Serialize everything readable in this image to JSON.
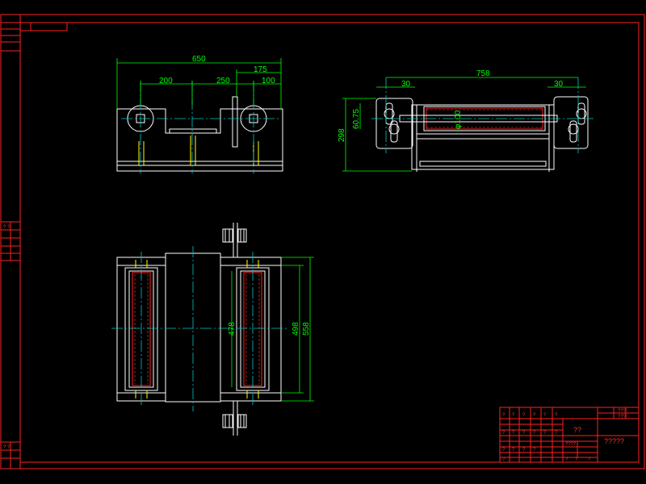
{
  "colors": {
    "background": "#000000",
    "outline": "#ffffff",
    "frame": "#ff2020",
    "dimension": "#00ff00",
    "centerline": "#00c8c8",
    "accent": "#ffff00"
  },
  "drawing": {
    "front_view": {
      "dim_overall": "650",
      "dim_right_offset": "175",
      "dim_left_segment": "200",
      "dim_middle_segment": "250",
      "dim_right_segment": "100"
    },
    "side_view": {
      "dim_span": "758",
      "dim_left_offset": "30",
      "dim_right_offset": "30",
      "dim_height": "298",
      "dim_bore": "60.75",
      "dim_roller_dia": "φ100"
    },
    "top_view": {
      "dim_inner": "478",
      "dim_outer_a": "498",
      "dim_outer_b": "558"
    }
  },
  "left_strip": {
    "upper_label": "? ?",
    "lower_label": "? ?"
  },
  "title_block": {
    "small_cells": [
      "?",
      "?",
      "?",
      "?",
      "?",
      "?",
      "?",
      "?",
      "?",
      "?",
      "?",
      "?",
      "?",
      "?",
      "?",
      "?",
      "?",
      "?",
      "?",
      "?"
    ],
    "part_name": "??",
    "drawing_title": "?????",
    "scale_label": "????",
    "cell_a": "???",
    "cell_b": "???"
  }
}
